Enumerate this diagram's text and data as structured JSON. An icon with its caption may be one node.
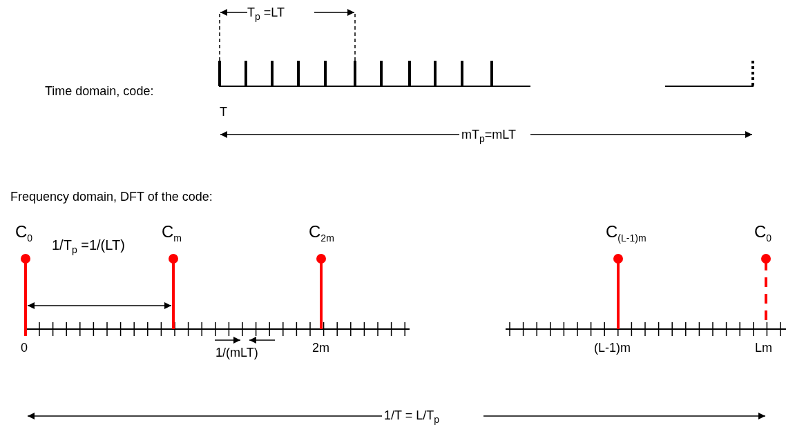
{
  "diagram": {
    "labels": [
      "T$_{p}$ =LT",
      "Time domain, code:",
      "T",
      "mT$_{p}$=mLT",
      "Frequency domain, DFT of the code:",
      "C$_{0}$",
      "C$_{m}$",
      "C$_{2m}$",
      "C$_{(L-1)m}$",
      "C$_{0}$",
      "1/T$_{p}$ =1/(LT)",
      "0",
      "2m",
      "(L-1)m",
      "Lm",
      "1/(mLT)",
      "1/T = L/T$_{p}$"
    ]
  }
}
